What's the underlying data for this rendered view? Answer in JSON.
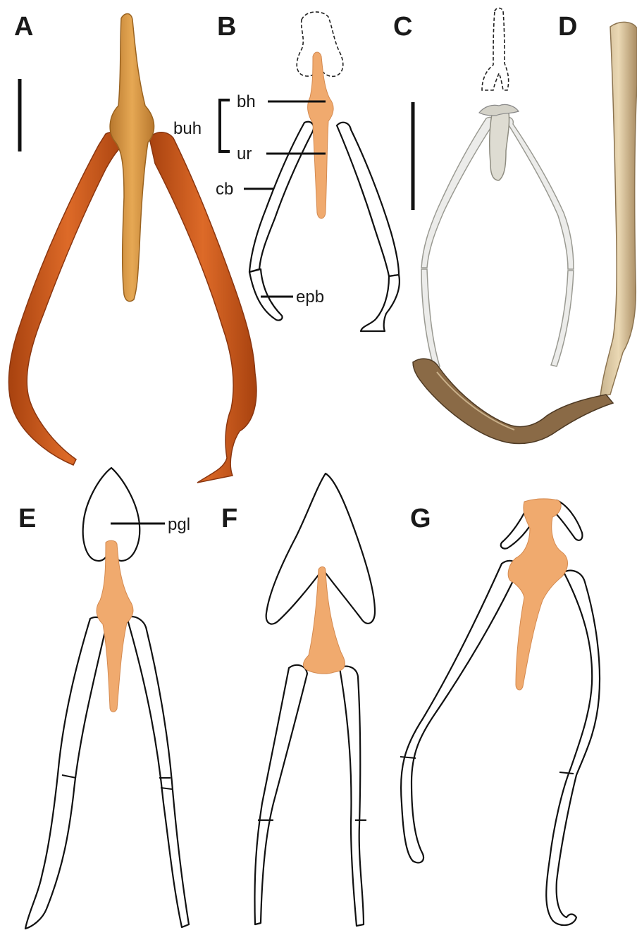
{
  "panels": {
    "A": "A",
    "B": "B",
    "C": "C",
    "D": "D",
    "E": "E",
    "F": "F",
    "G": "G"
  },
  "annotations": {
    "buh": "buh",
    "bh": "bh",
    "ur": "ur",
    "cb": "cb",
    "epb": "epb",
    "pgl": "pgl"
  },
  "colors": {
    "panel_a_ceratobranchial": "#c8561a",
    "panel_a_basihyal": "#d9953f",
    "highlight_orange": "#f0aa6e",
    "outline": "#111111"
  }
}
